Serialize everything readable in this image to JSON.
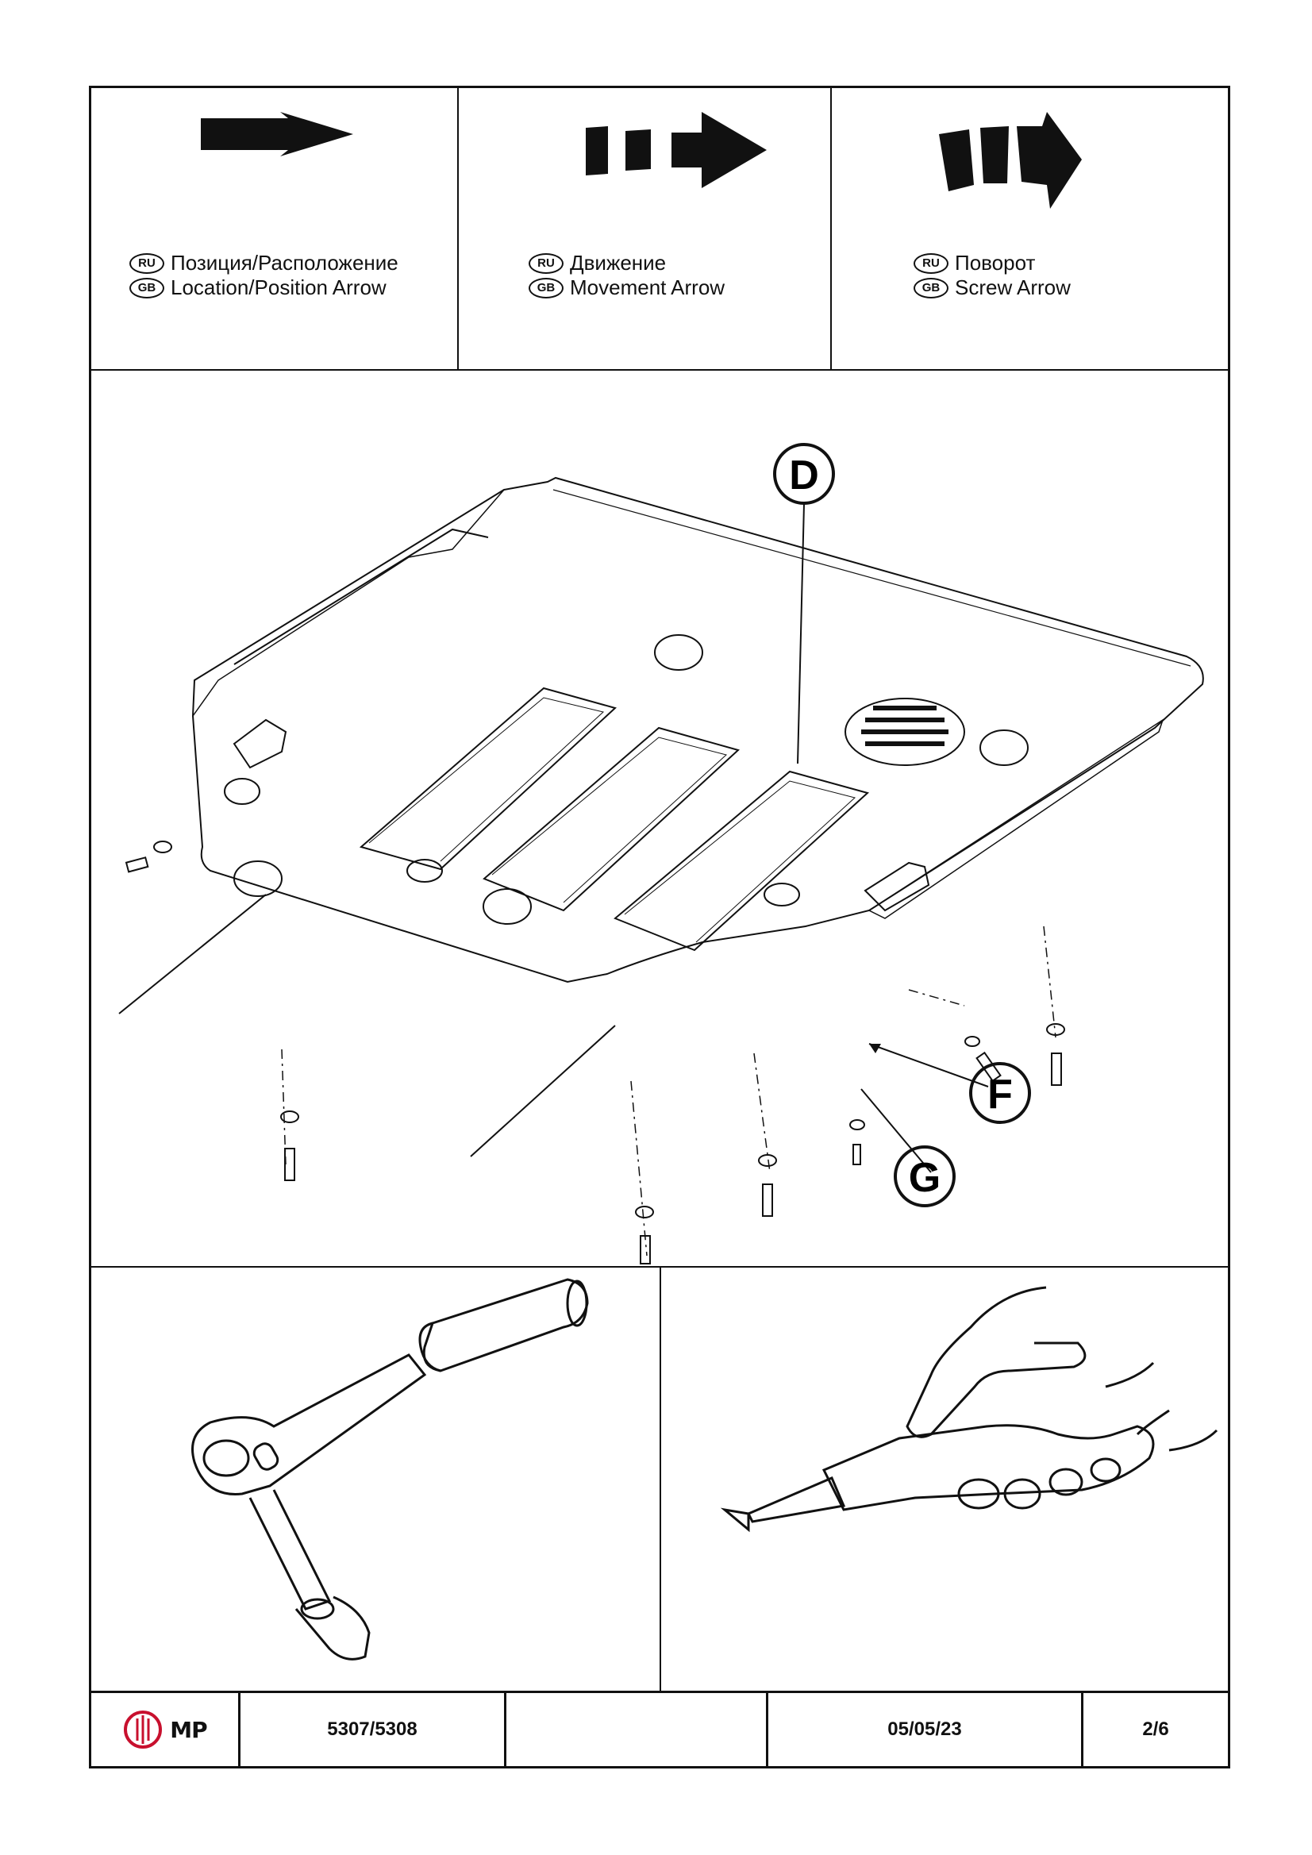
{
  "legend": [
    {
      "icon": "location-arrow-icon",
      "ru_badge": "RU",
      "gb_badge": "GB",
      "ru_text": "Позиция/Расположение",
      "gb_text": "Location/Position Arrow"
    },
    {
      "icon": "movement-arrow-icon",
      "ru_badge": "RU",
      "gb_badge": "GB",
      "ru_text": "Движение",
      "gb_text": "Movement Arrow"
    },
    {
      "icon": "screw-arrow-icon",
      "ru_badge": "RU",
      "gb_badge": "GB",
      "ru_text": "Поворот",
      "gb_text": "Screw Arrow"
    }
  ],
  "diagram": {
    "callouts": {
      "d": "D",
      "f": "F",
      "g": "G"
    }
  },
  "tools": [
    {
      "icon": "ratchet-wrench-icon"
    },
    {
      "icon": "wire-cutter-icon"
    }
  ],
  "footer": {
    "logo_text": "MP",
    "part_number": "5307/5308",
    "blank": "",
    "date": "05/05/23",
    "page": "2/6"
  },
  "colors": {
    "ink": "#111111",
    "paper": "#ffffff",
    "logo_red": "#c8102e"
  }
}
